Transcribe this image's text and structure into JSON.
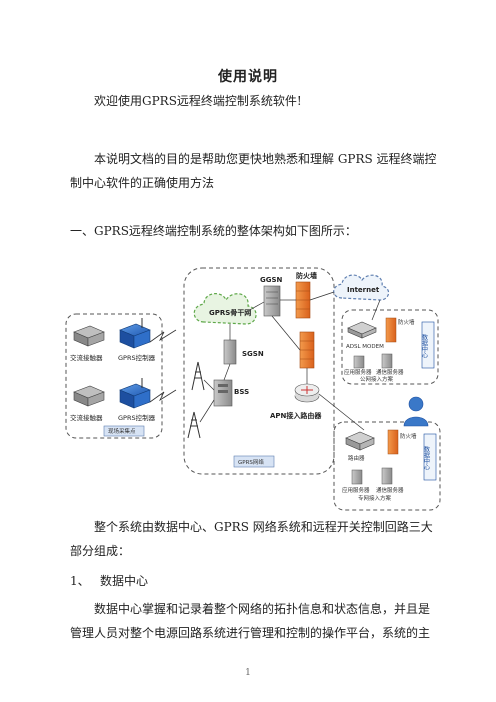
{
  "document": {
    "title": "使用说明",
    "welcome": "欢迎使用GPRS远程终端控制系统软件!",
    "purpose_line1": "本说明文档的目的是帮助您更快地熟悉和理解 GPRS 远程终端控",
    "purpose_line2": "制中心软件的正确使用方法",
    "section1": "一、GPRS远程终端控制系统的整体架构如下图所示：",
    "overview_line1": "整个系统由数据中心、GPRS 网络系统和远程开关控制回路三大",
    "overview_line2": "部分组成：",
    "item1_number": "1、",
    "item1_title": "数据中心",
    "desc_line1": "数据中心掌握和记录着整个网络的拓扑信息和状态信息，并且是",
    "desc_line2": "管理人员对整个电源回路系统进行管理和控制的操作平台，系统的主",
    "page_number": "1"
  },
  "diagram": {
    "ggsn": "GGSN",
    "firewall": "防火墙",
    "internet": "Internet",
    "gprs_backbone": "GPRS骨干网",
    "sgsn": "SGSN",
    "bss": "BSS",
    "apn_router": "APN接入路由器",
    "gprs_network": "GPRS网络",
    "ac_contactor_1": "交流接触器",
    "gprs_controller_1": "GPRS控制器",
    "ac_contactor_2": "交流接触器",
    "gprs_controller_2": "GPRS控制器",
    "field_point": "现场采集点",
    "adsl_modem": "ADSL MODEM",
    "firewall_top": "防火墙",
    "data_center_top": "数据中心",
    "app_server_top": "应用服务器",
    "comm_server_top": "通信服务器",
    "public_access": "公网接入方案",
    "router": "路由器",
    "firewall_bottom": "防火墙",
    "data_center_bottom": "数据中心",
    "app_server_bottom": "应用服务器",
    "comm_server_bottom": "通信服务器",
    "private_access": "专网接入方案"
  },
  "colors": {
    "firewall": "#e0772a",
    "cloud": "#5fa84a",
    "cloud_fill": "#e8f4e2",
    "dashed": "#555555",
    "controller": "#2f6fc9",
    "user": "#3a78c8",
    "datacenter_box": "#1d4fa0"
  }
}
